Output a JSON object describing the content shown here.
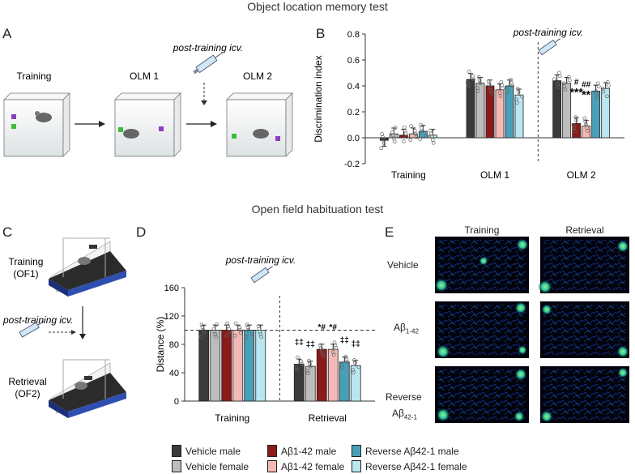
{
  "titles": {
    "top": "Object location memory test",
    "middle": "Open field habituation test"
  },
  "panel_letters": [
    "A",
    "B",
    "C",
    "D",
    "E"
  ],
  "panelA": {
    "stages": [
      "Training",
      "OLM 1",
      "OLM 2"
    ],
    "injection_label": "post-training icv."
  },
  "panelC": {
    "stage1_line1": "Training",
    "stage1_line2": "(OF1)",
    "injection_label": "post-training icv.",
    "stage2_line1": "Retrieval",
    "stage2_line2": "(OF2)"
  },
  "panelE": {
    "col_training": "Training",
    "col_retrieval": "Retrieval",
    "row_vehicle": "Vehicle",
    "row_ab": "Aβ",
    "row_ab_sub": "1-42",
    "row_rev1": "Reverse",
    "row_rev2": "Aβ",
    "row_rev2_sub": "42-1"
  },
  "legend": [
    {
      "label": "Vehicle male",
      "color": "#3a3a3a"
    },
    {
      "label": "Vehicle female",
      "color": "#bdbdbd"
    },
    {
      "label": "Aβ1-42 male",
      "color": "#8b1a1a"
    },
    {
      "label": "Aβ1-42 female",
      "color": "#f2b9b6"
    },
    {
      "label": "Reverse Aβ42-1 male",
      "color": "#4a9fb8"
    },
    {
      "label": "Reverse Aβ42-1 female",
      "color": "#b9e6f0"
    }
  ],
  "chart_data": [
    {
      "panel": "B",
      "type": "bar",
      "ylabel": "Discrimination index",
      "ylim": [
        -0.2,
        0.8
      ],
      "yticks": [
        "-0.2",
        "0.0",
        "0.2",
        "0.4",
        "0.6",
        "0.8"
      ],
      "categories": [
        "Training",
        "OLM 1",
        "OLM 2"
      ],
      "annotation": "post-training icv.",
      "series": [
        {
          "name": "Vehicle male",
          "values": [
            -0.02,
            0.45,
            0.44
          ]
        },
        {
          "name": "Vehicle female",
          "values": [
            0.03,
            0.42,
            0.42
          ]
        },
        {
          "name": "Aβ1-42 male",
          "values": [
            0.02,
            0.4,
            0.11
          ]
        },
        {
          "name": "Aβ1-42 female",
          "values": [
            0.03,
            0.37,
            0.09
          ]
        },
        {
          "name": "Reverse Aβ42-1 male",
          "values": [
            0.05,
            0.4,
            0.36
          ]
        },
        {
          "name": "Reverse Aβ42-1 female",
          "values": [
            0.02,
            0.33,
            0.38
          ]
        }
      ],
      "marks": [
        {
          "cat": 2,
          "series": 2,
          "text_top": "#",
          "text_bottom": "***"
        },
        {
          "cat": 2,
          "series": 3,
          "text_top": "##",
          "text_bottom": "**"
        }
      ]
    },
    {
      "panel": "D",
      "type": "bar",
      "ylabel": "Distance (%)",
      "ylim": [
        0,
        160
      ],
      "yticks": [
        "0",
        "40",
        "80",
        "120",
        "160"
      ],
      "reference_line": 100,
      "categories": [
        "Training",
        "Retrieval"
      ],
      "annotation": "post-training icv.",
      "series": [
        {
          "name": "Vehicle male",
          "values": [
            100,
            52
          ]
        },
        {
          "name": "Vehicle female",
          "values": [
            100,
            49
          ]
        },
        {
          "name": "Aβ1-42 male",
          "values": [
            100,
            73
          ]
        },
        {
          "name": "Aβ1-42 female",
          "values": [
            100,
            73
          ]
        },
        {
          "name": "Reverse Aβ42-1 male",
          "values": [
            100,
            55
          ]
        },
        {
          "name": "Reverse Aβ42-1 female",
          "values": [
            100,
            50
          ]
        }
      ],
      "marks": [
        {
          "cat": 1,
          "series": 0,
          "text": "‡‡"
        },
        {
          "cat": 1,
          "series": 1,
          "text": "‡‡"
        },
        {
          "cat": 1,
          "series": 2,
          "text": "*#"
        },
        {
          "cat": 1,
          "series": 3,
          "text": "*#"
        },
        {
          "cat": 1,
          "series": 4,
          "text": "‡‡"
        },
        {
          "cat": 1,
          "series": 5,
          "text": "‡‡"
        }
      ]
    }
  ]
}
